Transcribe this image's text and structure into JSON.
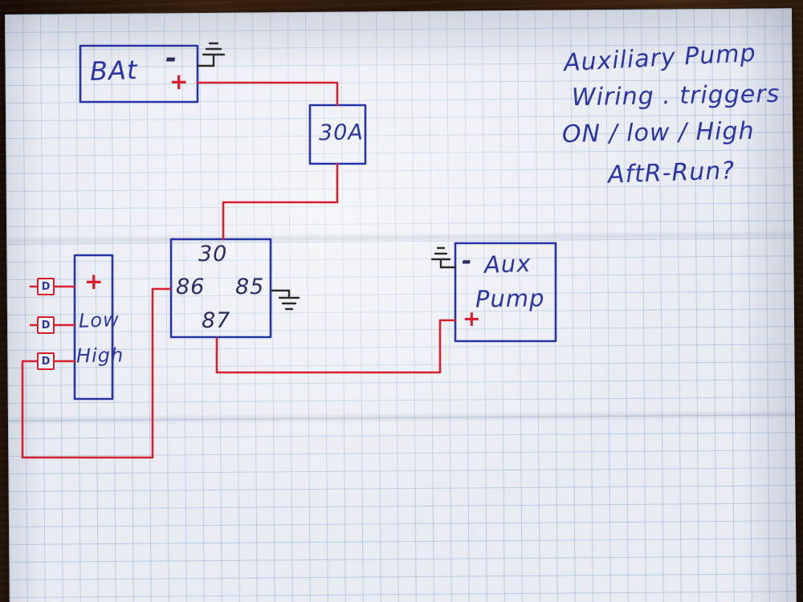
{
  "note": {
    "lines": [
      "Auxiliary Pump",
      "Wiring . triggers",
      "ON / low / High",
      "AftR-Run?"
    ]
  },
  "battery": {
    "label": "BAt",
    "minus": "-",
    "plus": "+"
  },
  "fuse": {
    "label": "30A"
  },
  "relay": {
    "pin_30": "30",
    "pin_86": "86",
    "pin_85": "85",
    "pin_87": "87"
  },
  "triggers": {
    "plus": "+",
    "low": "Low",
    "high": "High",
    "connector": "D"
  },
  "pump": {
    "minus": "-",
    "name_line1": "Aux",
    "name_line2": "Pump",
    "plus": "+"
  },
  "colors": {
    "ink_red": "#d6202e",
    "ink_blue": "#2b35a4",
    "ink_dark": "#2c2c62",
    "ink_black": "#2b2a26",
    "paper": "#e8ebf2",
    "grid_line": "#769ed0",
    "wood": "#2e1a0b"
  },
  "icons": {
    "ground": "earth-ground-symbol",
    "connector": "spade-terminal-plug"
  }
}
